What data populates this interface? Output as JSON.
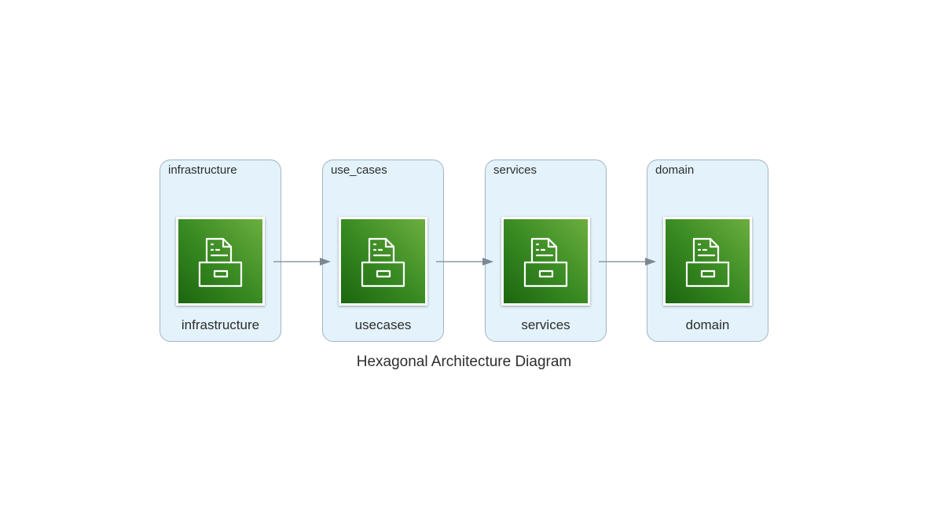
{
  "title": "Hexagonal Architecture Diagram",
  "clusters": [
    {
      "label": "infrastructure",
      "node_label": "infrastructure",
      "icon": "storage-archive-icon"
    },
    {
      "label": "use_cases",
      "node_label": "usecases",
      "icon": "storage-archive-icon"
    },
    {
      "label": "services",
      "node_label": "services",
      "icon": "storage-archive-icon"
    },
    {
      "label": "domain",
      "node_label": "domain",
      "icon": "storage-archive-icon"
    }
  ],
  "edges": [
    {
      "from": "infrastructure",
      "to": "usecases"
    },
    {
      "from": "usecases",
      "to": "services"
    },
    {
      "from": "services",
      "to": "domain"
    }
  ],
  "colors": {
    "cluster_fill": "#e3f2fb",
    "cluster_border": "#a5b4c2",
    "icon_gradient_dark": "#1b660f",
    "icon_gradient_light": "#6cae3e",
    "edge": "#7b8894"
  }
}
